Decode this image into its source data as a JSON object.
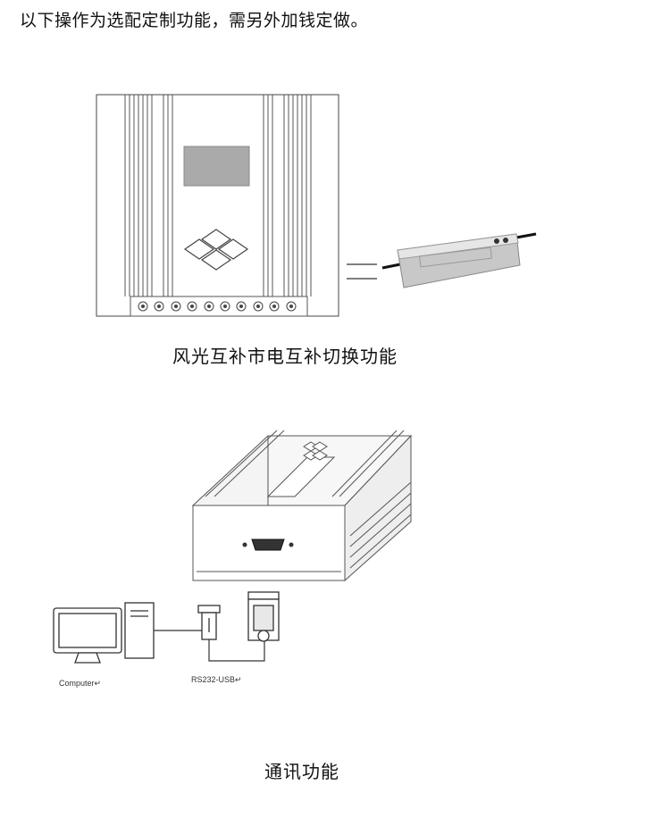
{
  "notice": "以下操作为选配定制功能，需另外加钱定做。",
  "section1": {
    "caption": "风光互补市电互补切换功能"
  },
  "section2": {
    "caption": "通讯功能",
    "computer_label": "Computer↵",
    "adapter_label": "RS232-USB↵"
  }
}
